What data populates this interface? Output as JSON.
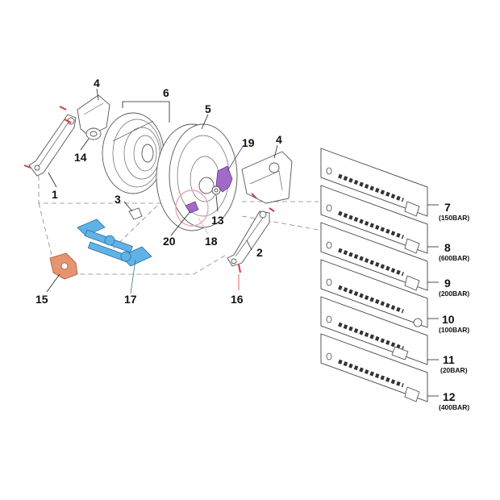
{
  "colors": {
    "blue": "#5fb3e6",
    "purple": "#a06ac8",
    "orange": "#e69470",
    "red": "#d43b3b",
    "pink": "#e8a8b4"
  },
  "labels": {
    "n1": "1",
    "n2": "2",
    "n3": "3",
    "n4a": "4",
    "n4b": "4",
    "n5": "5",
    "n6": "6",
    "n13": "13",
    "n14": "14",
    "n15": "15",
    "n16": "16",
    "n17": "17",
    "n18": "18",
    "n19": "19",
    "n20": "20",
    "n7": "7",
    "n8": "8",
    "n9": "9",
    "n10": "10",
    "n11": "11",
    "n12": "12"
  },
  "swivel_kits": [
    {
      "number": "7",
      "pressure": "(150BAR)"
    },
    {
      "number": "8",
      "pressure": "(600BAR)"
    },
    {
      "number": "9",
      "pressure": "(200BAR)"
    },
    {
      "number": "10",
      "pressure": "(100BAR)"
    },
    {
      "number": "11",
      "pressure": "(20BAR)"
    },
    {
      "number": "12",
      "pressure": "(400BAR)"
    }
  ]
}
